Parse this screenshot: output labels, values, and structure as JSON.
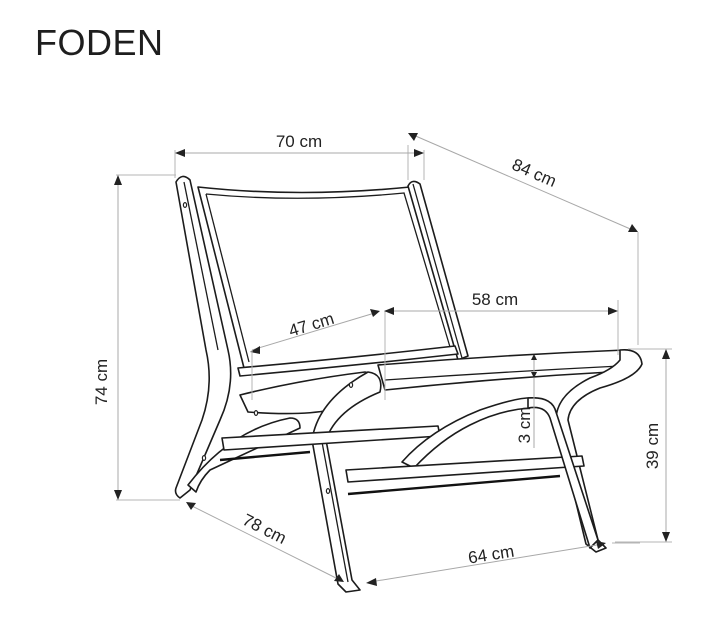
{
  "title": "FODEN",
  "dimensions": {
    "width_top": "70 cm",
    "depth_top": "84 cm",
    "seat_depth": "47 cm",
    "seat_width": "58 cm",
    "height": "74 cm",
    "seat_height": "39 cm",
    "seat_thickness": "3 cm",
    "depth_bottom": "78 cm",
    "width_bottom": "64 cm"
  },
  "colors": {
    "line": "#1c1c1c",
    "dimension_line": "#a8a8a8",
    "background": "#ffffff"
  }
}
